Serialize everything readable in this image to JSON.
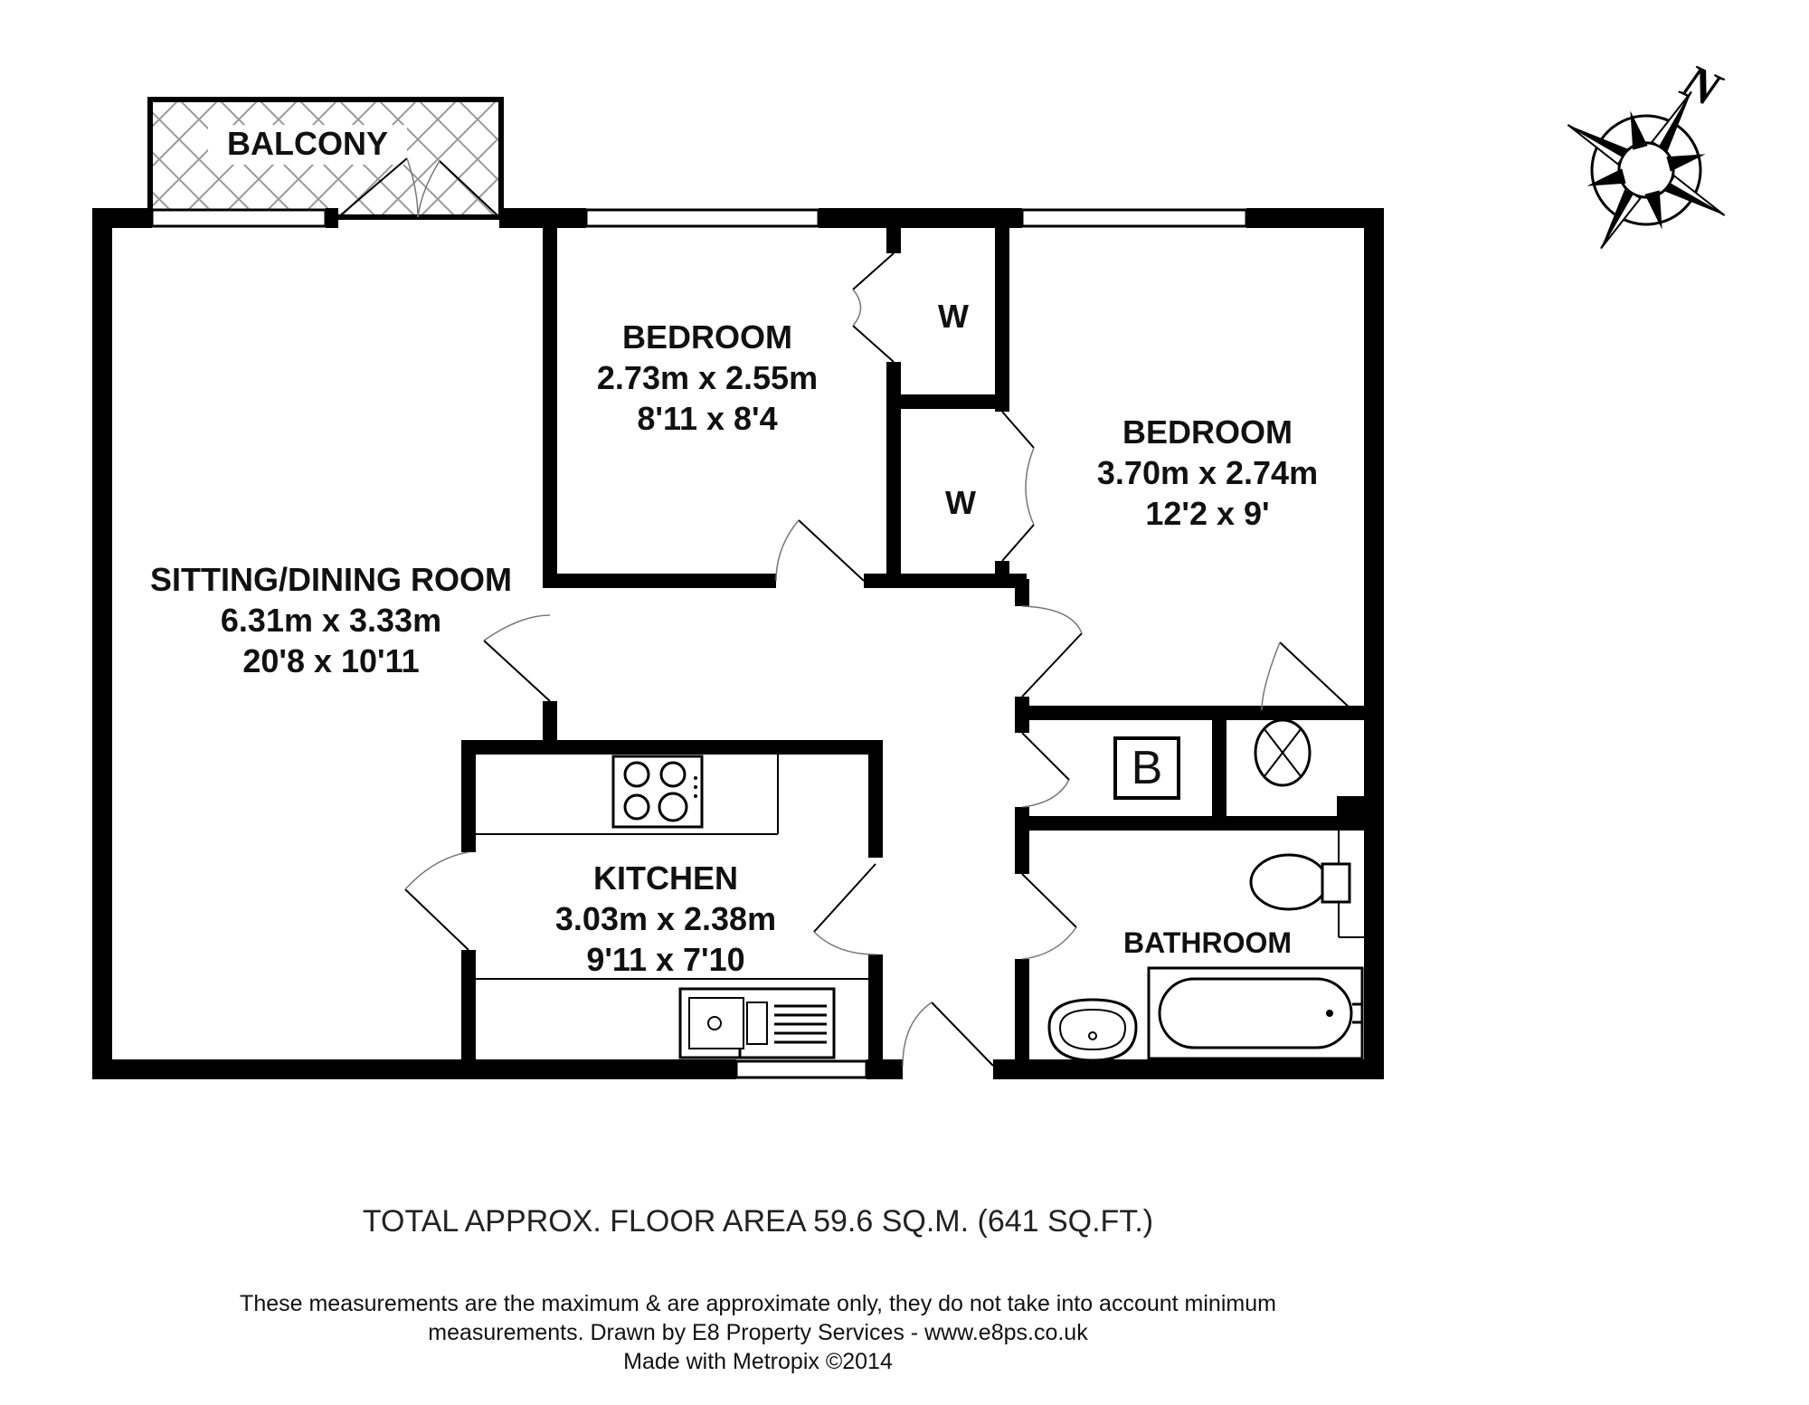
{
  "rooms": {
    "balcony": {
      "name": "BALCONY"
    },
    "sitting": {
      "name": "SITTING/DINING ROOM",
      "metric": "6.31m x 3.33m",
      "imperial": "20'8 x 10'11"
    },
    "bedroom1": {
      "name": "BEDROOM",
      "metric": "2.73m x 2.55m",
      "imperial": "8'11 x 8'4"
    },
    "bedroom2": {
      "name": "BEDROOM",
      "metric": "3.70m x 2.74m",
      "imperial": "12'2 x 9'"
    },
    "kitchen": {
      "name": "KITCHEN",
      "metric": "3.03m x 2.38m",
      "imperial": "9'11 x 7'10"
    },
    "bathroom": {
      "name": "BATHROOM"
    },
    "wardrobe1": {
      "name": "W"
    },
    "wardrobe2": {
      "name": "W"
    },
    "boiler": {
      "name": "B"
    }
  },
  "compass": {
    "label": "N"
  },
  "area": "TOTAL APPROX. FLOOR AREA 59.6 SQ.M. (641 SQ.FT.)",
  "disclaimer": {
    "line1": "These measurements are the maximum & are approximate only, they do not take into account minimum",
    "line2": "measurements. Drawn by E8 Property Services - www.e8ps.co.uk",
    "line3": "Made with Metropix ©2014"
  }
}
